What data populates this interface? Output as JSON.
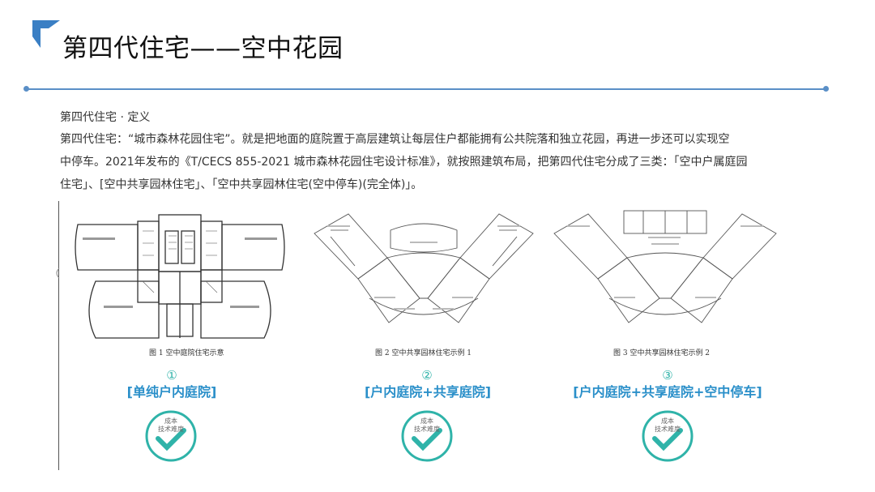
{
  "header": {
    "title": "第四代住宅——空中花园"
  },
  "content": {
    "subhead": "第四代住宅 · 定义",
    "paragraph_lines": [
      "第四代住宅：“城市森林花园住宅”。就是把地面的庭院置于高层建筑让每层住户都能拥有公共院落和独立花园，再进一步还可以实现空",
      "中停车。2021年发布的《T/CECS 855-2021 城市森林花园住宅设计标准》，就按照建筑布局，把第四代住宅分成了三类：「空中户属庭园",
      "住宅」、[空中共享园林住宅」、「空中共享园林住宅(空中停车)(完全体)」。"
    ]
  },
  "figures": [
    {
      "caption": "图 1  空中庭院住宅示意",
      "number": "①",
      "label": "[单纯户内庭院]",
      "badge_line1": "成本",
      "badge_line2": "技术难度",
      "check_color": "#2fb3a9"
    },
    {
      "caption": "图 2  空中共享园林住宅示例 1",
      "number": "②",
      "label": "[户内庭院+共享庭院]",
      "badge_line1": "成本",
      "badge_line2": "技术难度",
      "check_color": "#2fb3a9"
    },
    {
      "caption": "图 3  空中共享园林住宅示例 2",
      "number": "③",
      "label": "[户内庭院+共享庭院+空中停车]",
      "badge_line1": "成本",
      "badge_line2": "技术难度",
      "check_color": "#2fb3a9"
    }
  ],
  "colors": {
    "accent_blue": "#3a7fc4",
    "teal": "#2fb3a9",
    "label_blue": "#2a8fc9"
  }
}
